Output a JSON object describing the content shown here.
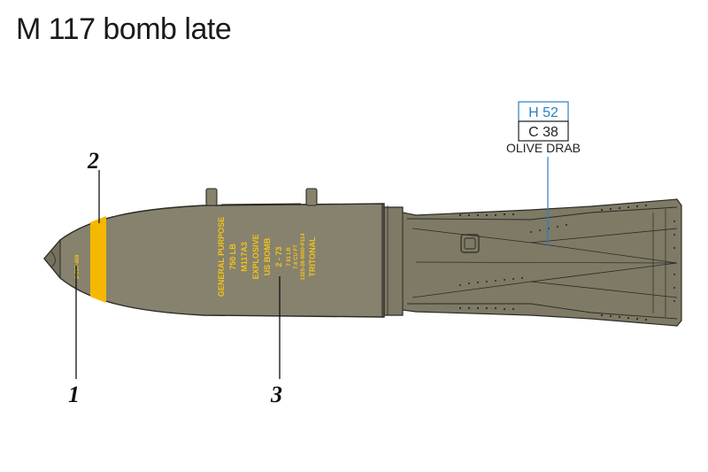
{
  "title": "M 117 bomb late",
  "paint": {
    "codes": [
      "H 52",
      "C 38"
    ],
    "name": "OLIVE DRAB",
    "h_code_color": "#2a7fc0",
    "c_code_color": "#222222"
  },
  "colors": {
    "body": "#86826e",
    "fins": "#7e7a66",
    "yellow_band": "#f5b800",
    "stencil": "#f2c21a",
    "outline": "#2b2a24"
  },
  "callouts": [
    "1",
    "2",
    "3"
  ],
  "nose_marking": "2-75T-459",
  "stencil_lines": [
    "GENERAL PURPOSE",
    "750 LB",
    "M117A3",
    "EXPLOSIVE",
    "US BOMB",
    "2 - 73",
    "7 81 LB",
    "7.6 CU FT",
    "1325-28-9000-P114",
    "TRITONAL"
  ]
}
